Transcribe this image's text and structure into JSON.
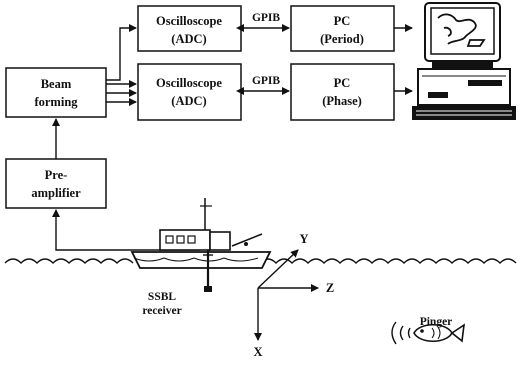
{
  "blocks": {
    "beam": [
      "Beam",
      "forming"
    ],
    "preamp": [
      "Pre-",
      "amplifier"
    ],
    "osc1": [
      "Oscilloscope",
      "(ADC)"
    ],
    "osc2": [
      "Oscilloscope",
      "(ADC)"
    ],
    "pc1": [
      "PC",
      "(Period)"
    ],
    "pc2": [
      "PC",
      "(Phase)"
    ]
  },
  "links": {
    "gpib1": "GPIB",
    "gpib2": "GPIB"
  },
  "labels": {
    "receiver": [
      "SSBL",
      "receiver"
    ],
    "axis_x": "X",
    "axis_y": "Y",
    "axis_z": "Z",
    "pinger": "Pinger"
  }
}
